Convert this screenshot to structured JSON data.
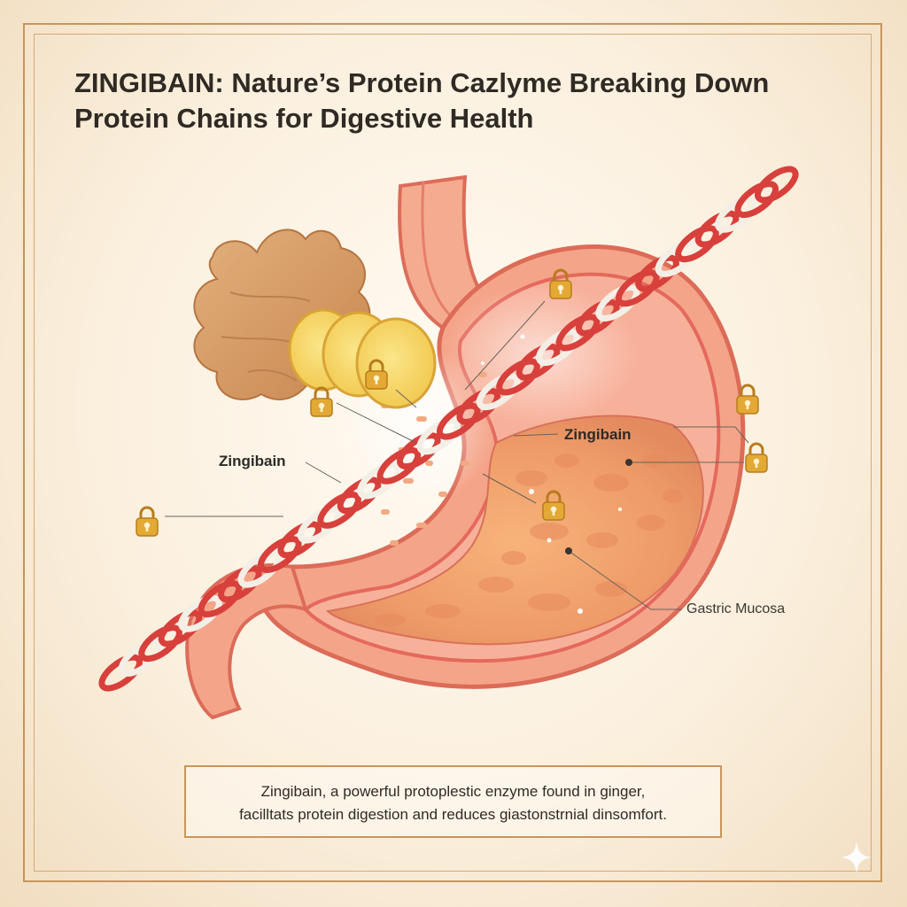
{
  "title": {
    "line1": "ZINGIBAIN: Nature’s Protein Cazlyme Breaking Down",
    "line2": "Protein Chains for Digestive Health"
  },
  "labels": {
    "zingibain_left": "Zingibain",
    "zingibain_center": "Zingibain",
    "gastric_mucosa": "Gastric Mucosa"
  },
  "caption": {
    "line1": "Zingibain, a powerful protoplestic enzyme found in ginger,",
    "line2": "facilltats protein digestion and reduces giastonstrnial dinsomfort."
  },
  "icons": [
    "ginger-root-icon",
    "padlock-icon",
    "sparkle-icon"
  ],
  "colors": {
    "frame": "#c9955c",
    "stomach_wall": "#f2a488",
    "stomach_lining": "#e6655a",
    "protein_red": "#d8403c",
    "protein_white": "#f4efe6",
    "lock_gold": "#e0a530",
    "ginger_slice": "#f6d565"
  }
}
